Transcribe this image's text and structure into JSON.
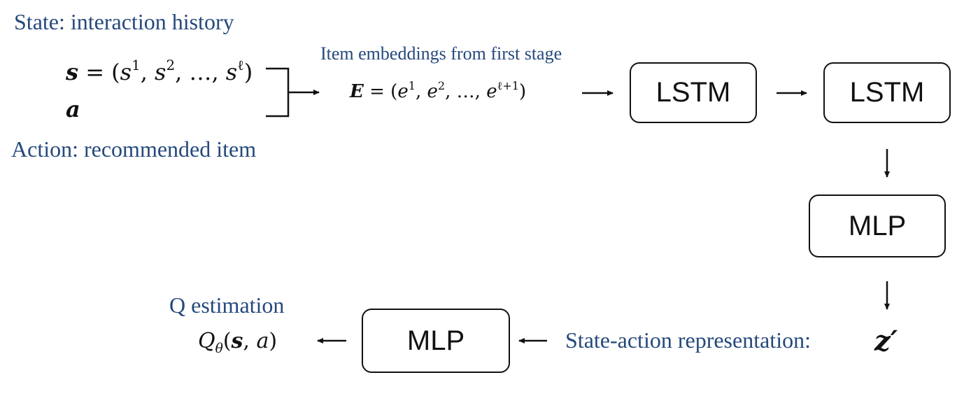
{
  "labels": {
    "state_heading": "State: interaction history",
    "action_heading": "Action: recommended item",
    "embeddings_heading": "Item embeddings from first stage",
    "q_heading": "Q estimation",
    "sa_heading": "State-action representation:"
  },
  "math": {
    "s_sym": "s",
    "eq": "=",
    "s_open": "(",
    "s1_base": "s",
    "s1_sup": "1",
    "s2_base": "s",
    "s2_sup": "2",
    "s_dots": "…,",
    "sl_base": "s",
    "sl_sup": "ℓ",
    "s_close": ")",
    "a_sym": "a",
    "E_sym": "E",
    "e1_base": "e",
    "e1_sup": "1",
    "e2_base": "e",
    "e2_sup": "2",
    "e_dots": "…,",
    "el_base": "e",
    "el_sup": "ℓ+1",
    "Q_sym": "Q",
    "Q_sub": "θ",
    "Q_s": "s",
    "Q_a": "a",
    "z_sym": "z′"
  },
  "boxes": {
    "lstm_1": "LSTM",
    "lstm_2": "LSTM",
    "mlp_1": "MLP",
    "mlp_2": "MLP"
  },
  "colors": {
    "label_text": "#25497c",
    "stroke": "#111111"
  }
}
